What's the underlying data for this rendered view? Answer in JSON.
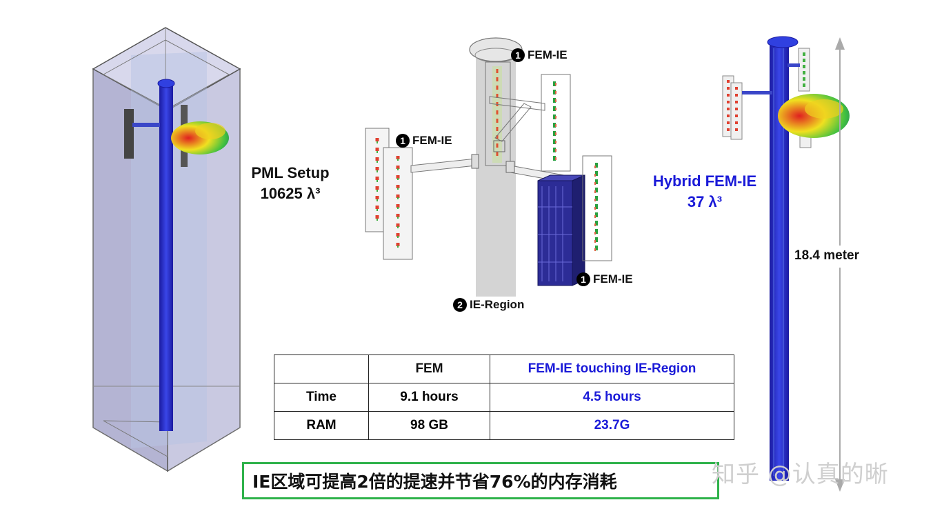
{
  "left_model": {
    "label_line1": "PML Setup",
    "label_line2": "10625 λ³"
  },
  "center_model": {
    "labels": [
      {
        "num": "1",
        "text": "FEM-IE"
      },
      {
        "num": "1",
        "text": "FEM-IE"
      },
      {
        "num": "1",
        "text": "FEM-IE"
      },
      {
        "num": "2",
        "text": "IE-Region"
      }
    ]
  },
  "right_model": {
    "label_line1": "Hybrid FEM-IE",
    "label_line2": "37 λ³",
    "height_label": "18.4 meter"
  },
  "comparison_table": {
    "headers": [
      "",
      "FEM",
      "FEM-IE touching IE-Region"
    ],
    "rows": [
      [
        "Time",
        "9.1 hours",
        "4.5 hours"
      ],
      [
        "RAM",
        "98 GB",
        "23.7G"
      ]
    ]
  },
  "banner_text": "IE区域可提高2倍的提速并节省76%的内存消耗",
  "watermark": "知乎 @认真的晰",
  "colors": {
    "accent_blue": "#1a1ad8",
    "banner_border": "#2eb24a",
    "pole_blue": "#2a2ac8"
  }
}
